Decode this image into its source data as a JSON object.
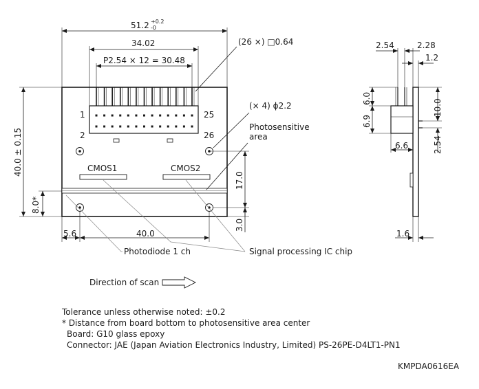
{
  "dimensions": {
    "overall_width": "51.2",
    "overall_width_tol_upper": "+0.2",
    "overall_width_tol_lower": "-0",
    "connector_width": "34.02",
    "pin_pitch": "P2.54 × 12 = 30.48",
    "pin_spec": "(26 ×) □0.64",
    "board_height": "40.0 ± 0.15",
    "photosensitive_offset": "8.0*",
    "left_offset": "5.6",
    "hole_spacing": "40.0",
    "hole_vertical": "17.0",
    "hole_bottom": "3.0",
    "mount_holes": "(× 4) ϕ2.2",
    "side_2_54": "2.54",
    "side_2_28": "2.28",
    "side_1_2": "1.2",
    "side_6_0": "6.0",
    "side_6_9": "6.9",
    "side_10_0": "10.0",
    "side_2_54_b": "2.54",
    "side_6_6": "6.6",
    "side_1_6": "1.6"
  },
  "labels": {
    "pin_1": "1",
    "pin_2": "2",
    "pin_25": "25",
    "pin_26": "26",
    "photosensitive_area": "Photosensitive\narea",
    "photosensitive_line1": "Photosensitive",
    "photosensitive_line2": "area",
    "cmos1": "CMOS1",
    "cmos2": "CMOS2",
    "photodiode": "Photodiode 1 ch",
    "signal_ic": "Signal processing IC chip",
    "scan_direction": "Direction of scan"
  },
  "notes": {
    "tolerance": "Tolerance unless otherwise noted: ±0.2",
    "distance_note": "* Distance from board bottom to photosensitive area center",
    "board": "Board: G10 glass epoxy",
    "connector": "Connector: JAE (Japan Aviation Electronics Industry, Limited) PS-26PE-D4LT1-PN1"
  },
  "doc_code": "KMPDA0616EA"
}
